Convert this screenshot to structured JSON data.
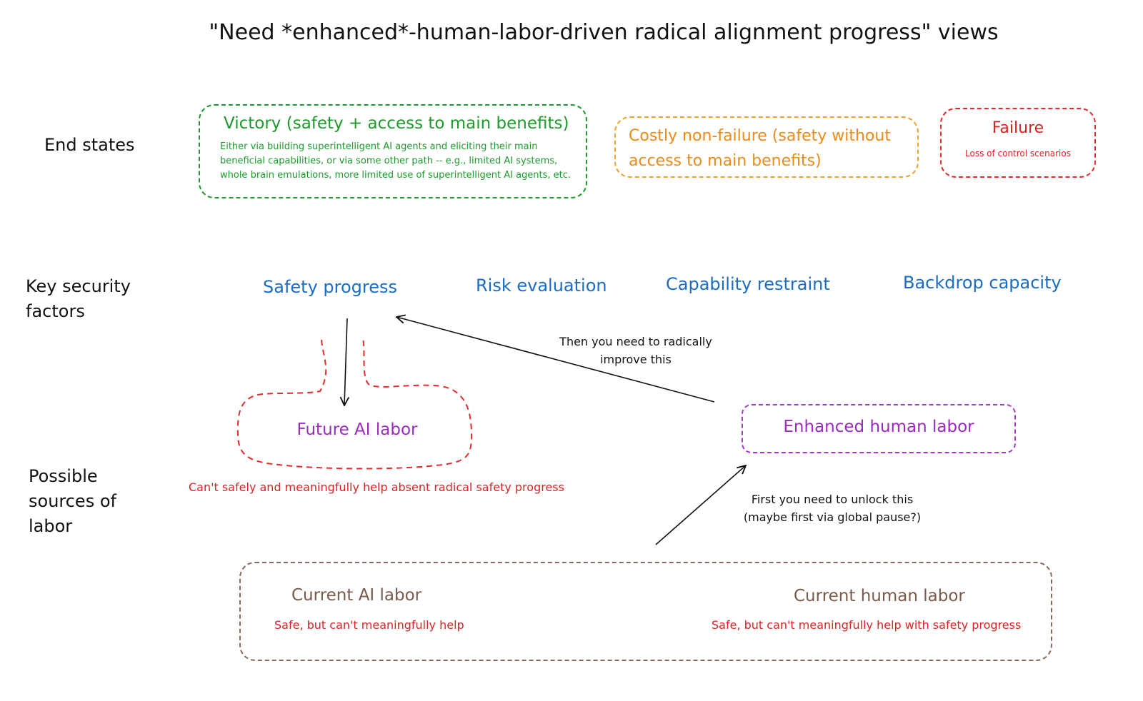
{
  "title": "\"Need *enhanced*-human-labor-driven radical alignment progress\" views",
  "rows": {
    "end_states": "End states",
    "key_security_factors": "Key security factors",
    "possible_sources": "Possible sources of labor"
  },
  "end_states": {
    "victory": {
      "title": "Victory (safety + access to main benefits)",
      "description": "Either via building superintelligent AI agents and eliciting their main beneficial capabilities, or via some other path -- e.g., limited AI systems, whole brain emulations, more limited use of superintelligent AI agents, etc."
    },
    "costly": {
      "title": "Costly non-failure (safety without access to main benefits)"
    },
    "failure": {
      "title": "Failure",
      "description": "Loss of control scenarios"
    }
  },
  "factors": [
    "Safety progress",
    "Risk evaluation",
    "Capability restraint",
    "Backdrop capacity"
  ],
  "labor": {
    "future_ai": {
      "title": "Future AI labor",
      "caption": "Can't safely and meaningfully help absent radical safety progress"
    },
    "enhanced_human": {
      "title": "Enhanced human labor"
    },
    "current_ai": {
      "title": "Current AI labor",
      "caption": "Safe, but can't meaningfully help"
    },
    "current_human": {
      "title": "Current human labor",
      "caption": "Safe, but can't meaningfully help with safety progress"
    }
  },
  "annotations": {
    "improve": "Then you need to radically improve this",
    "unlock": "First you need to unlock this (maybe first via global pause?)"
  },
  "colors": {
    "green": "#1e9a2d",
    "orange": "#f0a22e",
    "red": "#e32b2b",
    "blue": "#1a6cc4",
    "purple": "#a637c8",
    "brown": "#8a6a58"
  }
}
